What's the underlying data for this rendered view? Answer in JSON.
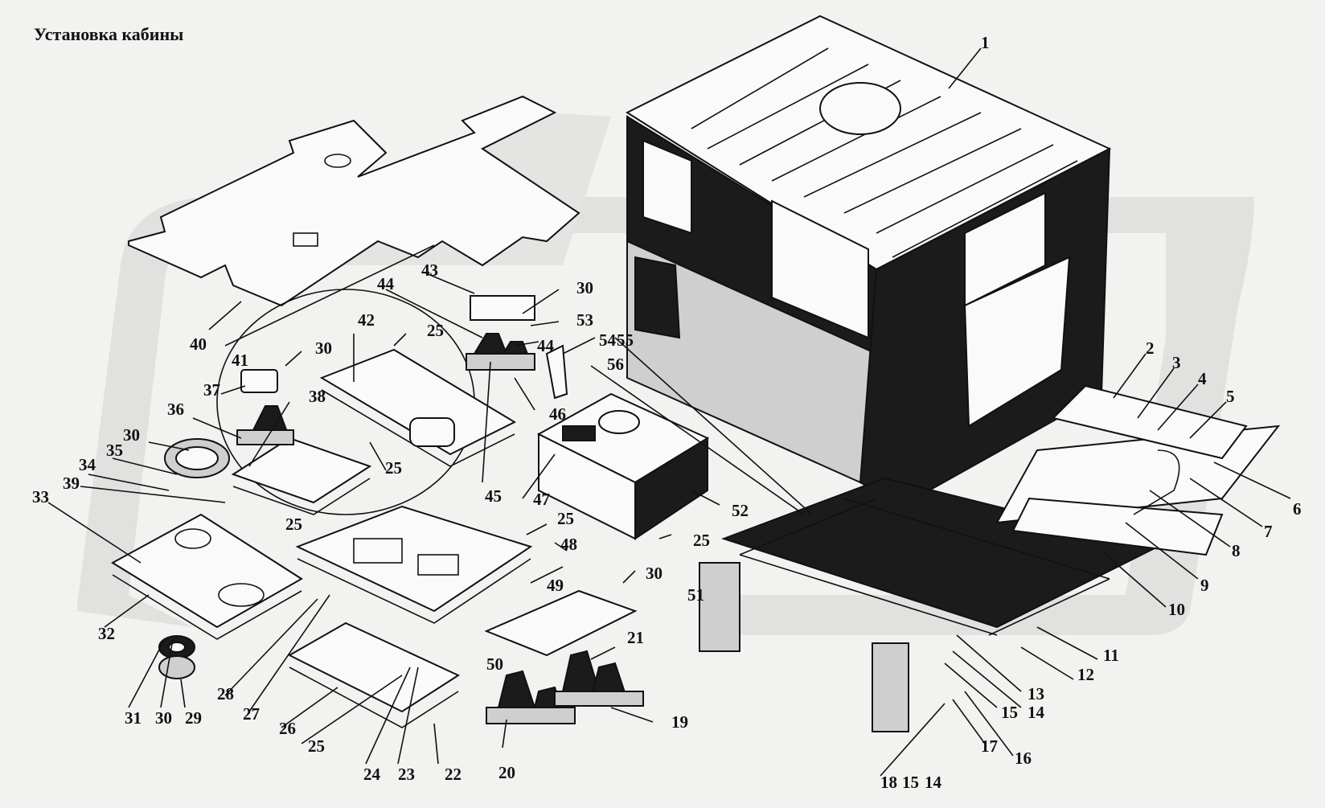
{
  "title": "Установка кабины",
  "watermark_color": "#cfcfcf",
  "callouts": [
    {
      "label": "1"
    },
    {
      "label": "2"
    },
    {
      "label": "3"
    },
    {
      "label": "4"
    },
    {
      "label": "5"
    },
    {
      "label": "6"
    },
    {
      "label": "7"
    },
    {
      "label": "8"
    },
    {
      "label": "9"
    },
    {
      "label": "10"
    },
    {
      "label": "11"
    },
    {
      "label": "12"
    },
    {
      "label": "13"
    },
    {
      "label": "14"
    },
    {
      "label": "15"
    },
    {
      "label": "16"
    },
    {
      "label": "17"
    },
    {
      "label": "18"
    },
    {
      "label": "15"
    },
    {
      "label": "14"
    },
    {
      "label": "19"
    },
    {
      "label": "20"
    },
    {
      "label": "21"
    },
    {
      "label": "22"
    },
    {
      "label": "23"
    },
    {
      "label": "24"
    },
    {
      "label": "25"
    },
    {
      "label": "26"
    },
    {
      "label": "27"
    },
    {
      "label": "28"
    },
    {
      "label": "29"
    },
    {
      "label": "30"
    },
    {
      "label": "31"
    },
    {
      "label": "32"
    },
    {
      "label": "33"
    },
    {
      "label": "34"
    },
    {
      "label": "35"
    },
    {
      "label": "39"
    },
    {
      "label": "30"
    },
    {
      "label": "36"
    },
    {
      "label": "37"
    },
    {
      "label": "38"
    },
    {
      "label": "30"
    },
    {
      "label": "41"
    },
    {
      "label": "40"
    },
    {
      "label": "42"
    },
    {
      "label": "25"
    },
    {
      "label": "25"
    },
    {
      "label": "44"
    },
    {
      "label": "43"
    },
    {
      "label": "30"
    },
    {
      "label": "53"
    },
    {
      "label": "44"
    },
    {
      "label": "54"
    },
    {
      "label": "55"
    },
    {
      "label": "56"
    },
    {
      "label": "46"
    },
    {
      "label": "45"
    },
    {
      "label": "47"
    },
    {
      "label": "52"
    },
    {
      "label": "25"
    },
    {
      "label": "25"
    },
    {
      "label": "48"
    },
    {
      "label": "49"
    },
    {
      "label": "30"
    },
    {
      "label": "51"
    },
    {
      "label": "50"
    },
    {
      "label": "25"
    }
  ]
}
